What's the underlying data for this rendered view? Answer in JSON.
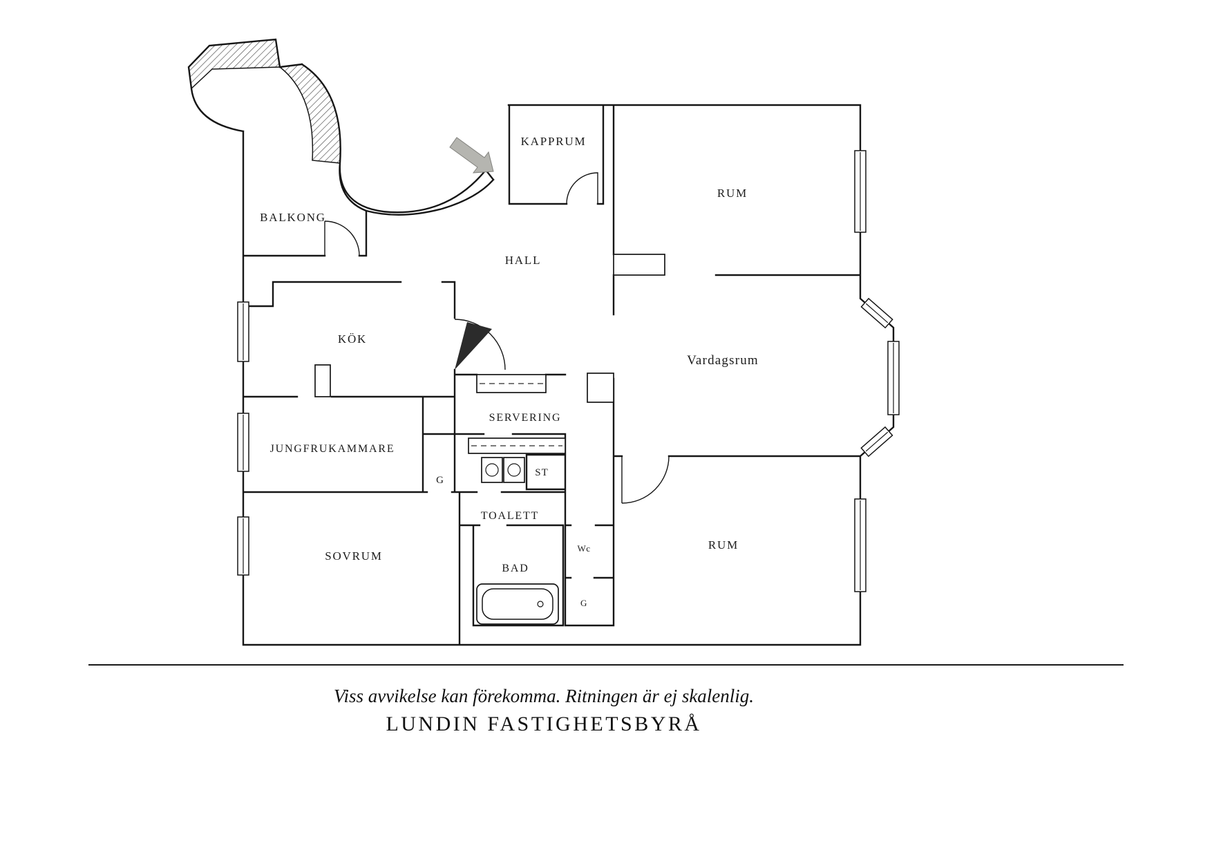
{
  "colors": {
    "wall": "#161616",
    "muted_label": "#9a9a96",
    "arrow_fill": "#b5b5b0",
    "arrow_stroke": "#82827e"
  },
  "floorplan": {
    "rooms": [
      {
        "id": "kapprum",
        "label": "KAPPRUM"
      },
      {
        "id": "rum-top",
        "label": "RUM"
      },
      {
        "id": "balkong",
        "label": "BALKONG"
      },
      {
        "id": "hall",
        "label": "HALL"
      },
      {
        "id": "kok",
        "label": "KÖK"
      },
      {
        "id": "vardagsrum",
        "label": "Vardagsrum"
      },
      {
        "id": "servering",
        "label": "SERVERING"
      },
      {
        "id": "jungfrukammare",
        "label": "JUNGFRUKAMMARE"
      },
      {
        "id": "garderob-1",
        "label": "G"
      },
      {
        "id": "stadskap",
        "label": "ST"
      },
      {
        "id": "toalett",
        "label": "TOALETT"
      },
      {
        "id": "sovrum",
        "label": "SOVRUM"
      },
      {
        "id": "bad",
        "label": "BAD"
      },
      {
        "id": "wc",
        "label": "Wc"
      },
      {
        "id": "garderob-2",
        "label": "G"
      },
      {
        "id": "rum-bottom",
        "label": "RUM"
      }
    ]
  },
  "footer": {
    "disclaimer": "Viss avvikelse kan förekomma. Ritningen är ej skalenlig.",
    "brand": "LUNDIN FASTIGHETSBYRÅ"
  }
}
